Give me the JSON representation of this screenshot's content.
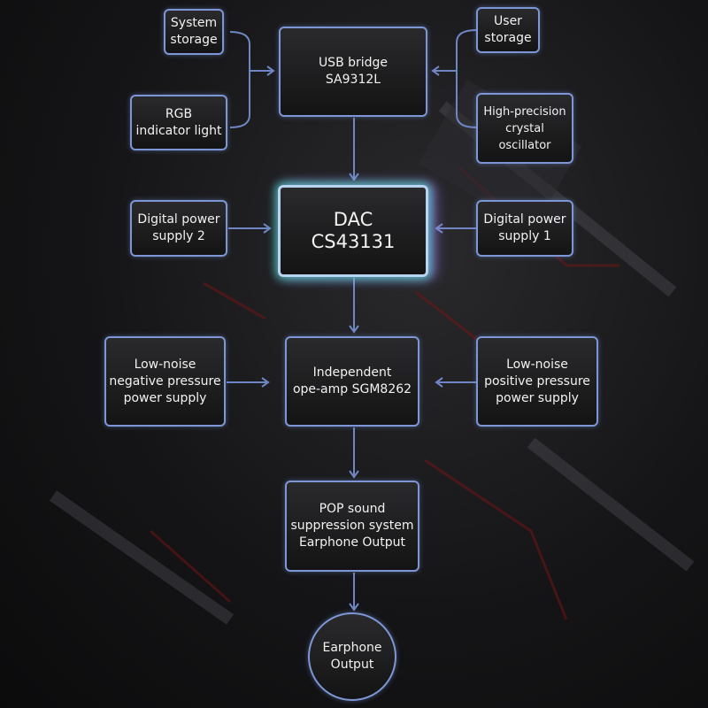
{
  "nodes": {
    "system_storage": "System\nstorage",
    "user_storage": "User\nstorage",
    "usb_bridge": "USB bridge\nSA9312L",
    "rgb_light": "RGB\nindicator light",
    "crystal_oscillator": "High-precision\ncrystal oscillator",
    "digital_power_2": "Digital power\nsupply 2",
    "dac": "DAC\nCS43131",
    "digital_power_1": "Digital power\nsupply 1",
    "negative_supply": "Low-noise\nnegative pressure\npower supply",
    "op_amp": "Independent\nope-amp SGM8262",
    "positive_supply": "Low-noise\npositive pressure\npower supply",
    "pop_suppression": "POP sound\nsuppression system\nEarphone Output",
    "earphone_output": "Earphone\nOutput"
  },
  "colors": {
    "border": "#7d97d6",
    "wire": "#6f86c4",
    "glow_cyan": "#50e6d2",
    "glow_violet": "#aa78ff"
  }
}
